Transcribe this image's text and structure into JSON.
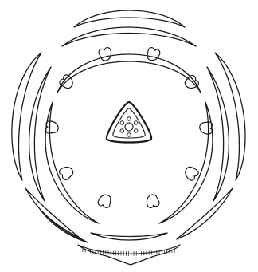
{
  "figure": {
    "subject": "floral-diagram",
    "labels": []
  },
  "colors": {
    "background": "#ffffff",
    "ink": "#1a1a1a"
  },
  "counts": {
    "outer_sepals": 5,
    "petal_arcs": 5,
    "inner_whorl_segments": 3,
    "stamen_lobes": 10,
    "ovary_ovules": 6
  }
}
